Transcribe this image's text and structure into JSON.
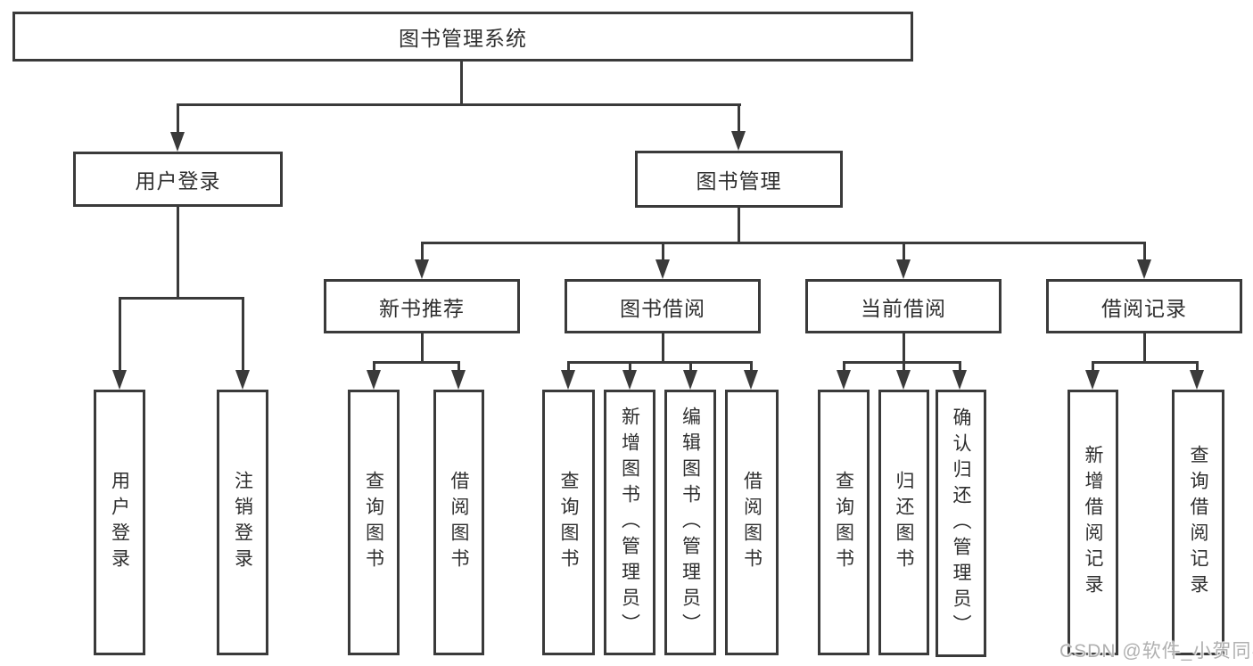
{
  "diagram": {
    "root": {
      "label": "图书管理系统"
    },
    "branches": [
      {
        "label": "用户登录",
        "children": [
          {
            "label": "用户登录"
          },
          {
            "label": "注销登录"
          }
        ]
      },
      {
        "label": "图书管理",
        "children": [
          {
            "label": "新书推荐",
            "children": [
              {
                "label": "查询图书"
              },
              {
                "label": "借阅图书"
              }
            ]
          },
          {
            "label": "图书借阅",
            "children": [
              {
                "label": "查询图书"
              },
              {
                "label": "新增图书（管理员）"
              },
              {
                "label": "编辑图书（管理员）"
              },
              {
                "label": "借阅图书"
              }
            ]
          },
          {
            "label": "当前借阅",
            "children": [
              {
                "label": "查询图书"
              },
              {
                "label": "归还图书"
              },
              {
                "label": "确认归还（管理员）"
              }
            ]
          },
          {
            "label": "借阅记录",
            "children": [
              {
                "label": "新增借阅记录"
              },
              {
                "label": "查询借阅记录"
              }
            ]
          }
        ]
      }
    ]
  },
  "watermark": {
    "text": "CSDN @软件_小贺同学",
    "color": "#b0b0b0"
  },
  "colors": {
    "line": "#3a3a3a",
    "text": "#2f2f2f",
    "background": "#ffffff"
  }
}
